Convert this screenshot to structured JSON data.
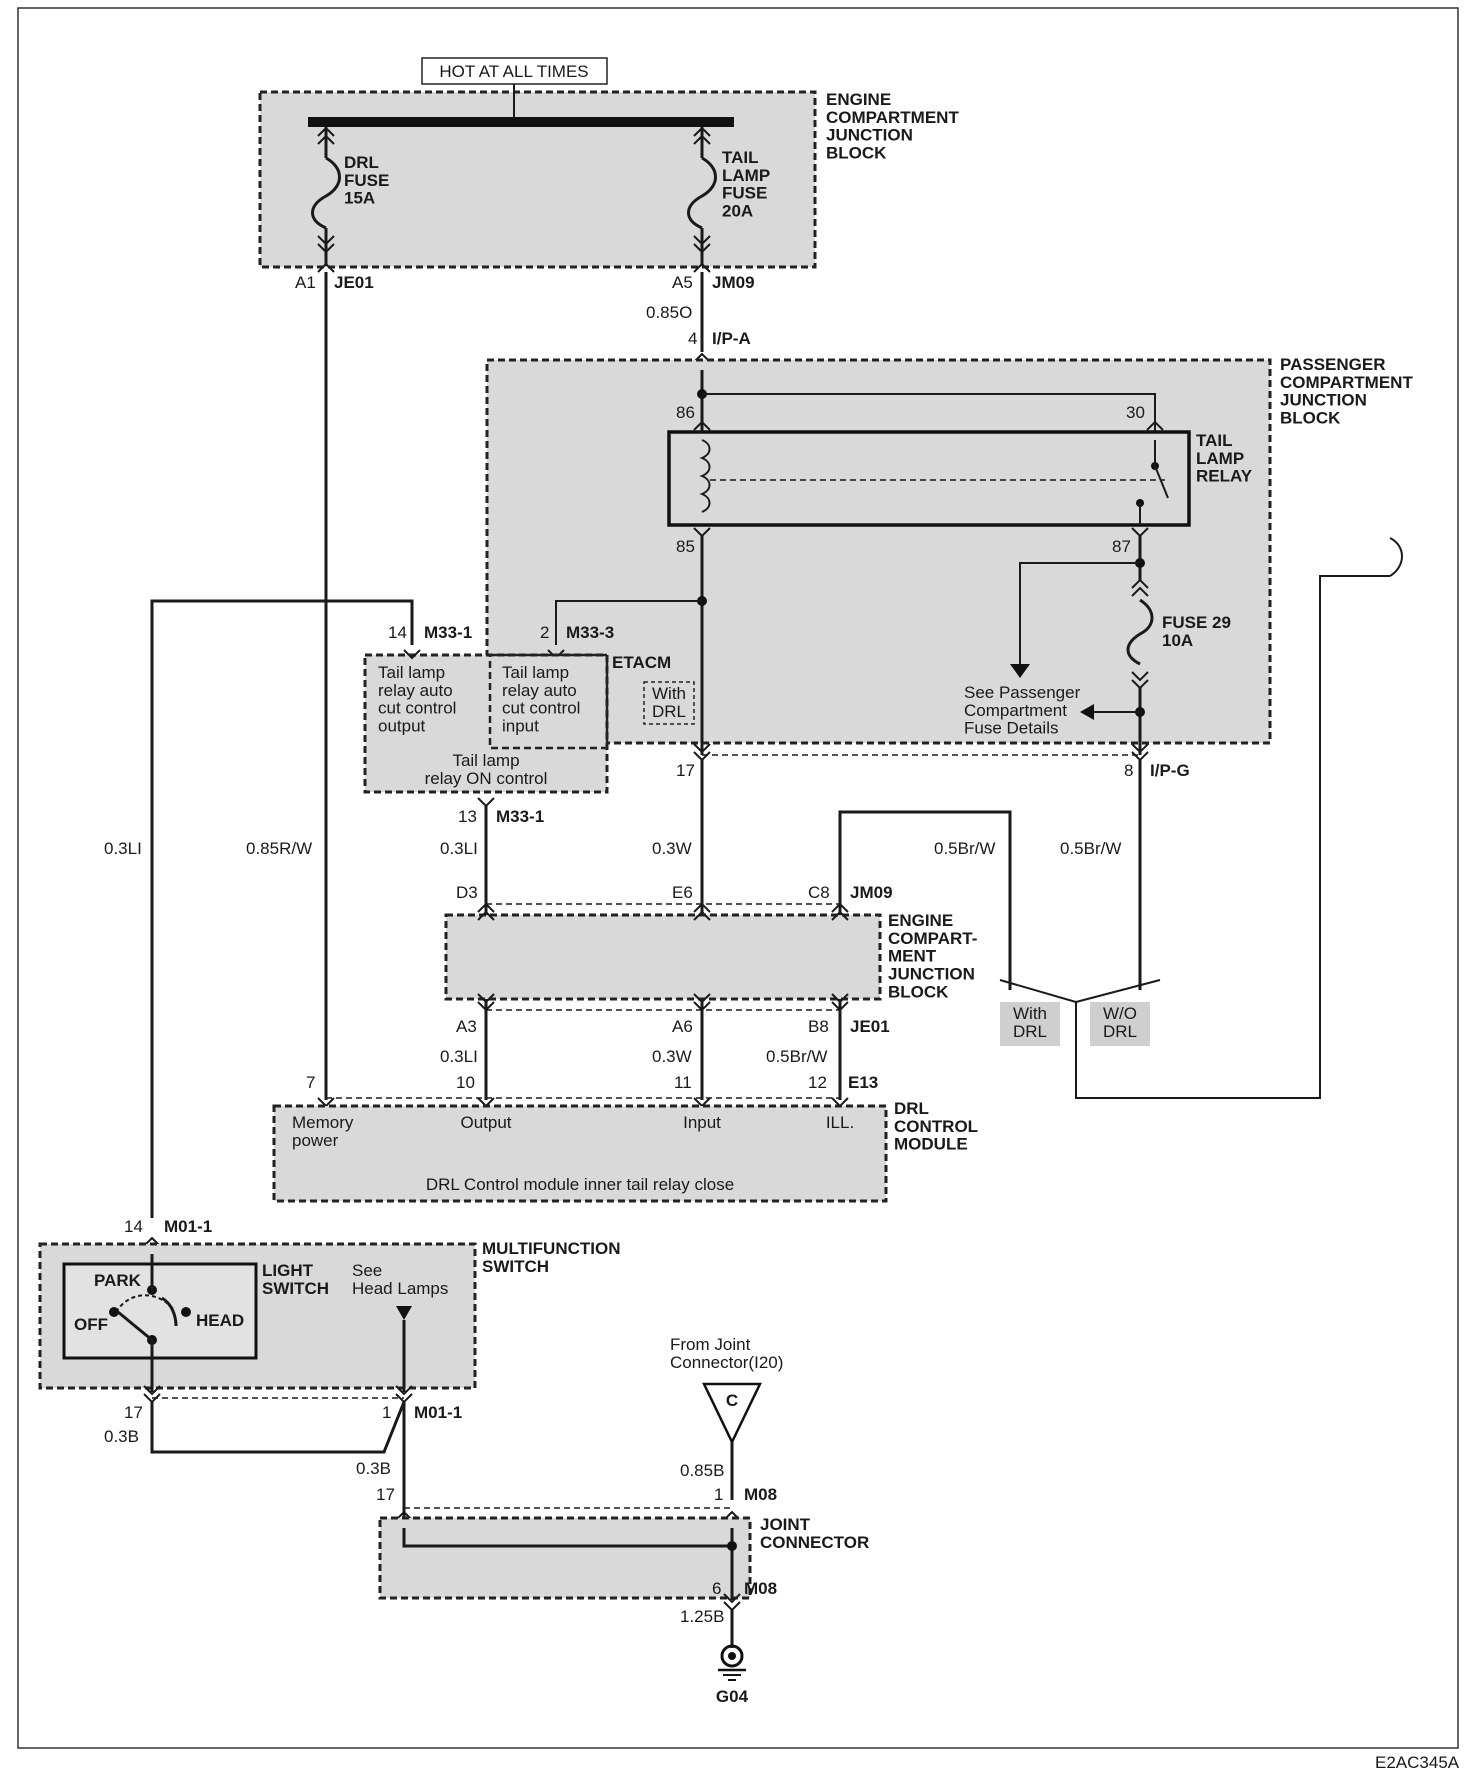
{
  "page_id": "E2AC345A",
  "hot_label": "HOT AT ALL TIMES",
  "blocks": {
    "ecjb_top": "ENGINE\nCOMPARTMENT\nJUNCTION\nBLOCK",
    "pcjb": "PASSENGER\nCOMPARTMENT\nJUNCTION\nBLOCK",
    "ecjb_mid": "ENGINE\nCOMPART-\nMENT\nJUNCTION\nBLOCK",
    "drl_module": "DRL\nCONTROL\nMODULE",
    "multifunction": "MULTIFUNCTION\nSWITCH",
    "joint_connector": "JOINT\nCONNECTOR",
    "etacm": "ETACM"
  },
  "fuses": {
    "drl": "DRL\nFUSE\n15A",
    "tail": "TAIL\nLAMP\nFUSE\n20A",
    "fuse29": "FUSE 29\n10A"
  },
  "relay": {
    "name": "TAIL\nLAMP\nRELAY",
    "pin86": "86",
    "pin30": "30",
    "pin85": "85",
    "pin87": "87"
  },
  "etacm_box": {
    "output_text": "Tail lamp\nrelay auto\ncut control\noutput",
    "input_text": "Tail lamp\nrelay auto\ncut control\ninput",
    "on_control": "Tail lamp\nrelay ON control",
    "with_drl": "With\nDRL"
  },
  "see_pass_fuse": "See Passenger\nCompartment\nFuse Details",
  "connectors": {
    "a1": "A1",
    "je01": "JE01",
    "a5": "A5",
    "jm09": "JM09",
    "p4": "4",
    "ipa": "I/P-A",
    "p14": "14",
    "m33_1": "M33-1",
    "p2": "2",
    "m33_3": "M33-3",
    "p17": "17",
    "p8": "8",
    "ipg": "I/P-G",
    "p13": "13",
    "m33_1b": "M33-1",
    "d3": "D3",
    "e6": "E6",
    "c8": "C8",
    "jm09b": "JM09",
    "a3": "A3",
    "a6": "A6",
    "b8": "B8",
    "je01b": "JE01",
    "p7": "7",
    "p10": "10",
    "p11": "11",
    "p12": "12",
    "e13": "E13",
    "p14b": "14",
    "m01_1": "M01-1",
    "p17b": "17",
    "p1": "1",
    "m01_1b": "M01-1",
    "p17c": "17",
    "p1b": "1",
    "m08": "M08",
    "p6": "6",
    "m08b": "M08",
    "g04": "G04",
    "c": "C"
  },
  "wires": {
    "w0850": "0.85O",
    "w03li_a": "0.3LI",
    "w085rw": "0.85R/W",
    "w03li_b": "0.3LI",
    "w03w_a": "0.3W",
    "w05brw_a": "0.5Br/W",
    "w05brw_b": "0.5Br/W",
    "w03li_c": "0.3LI",
    "w03w_b": "0.3W",
    "w05brw_c": "0.5Br/W",
    "w03b_a": "0.3B",
    "w03b_b": "0.3B",
    "w085b": "0.85B",
    "w125b": "1.25B"
  },
  "drl_pins": {
    "memory": "Memory\npower",
    "output": "Output",
    "input": "Input",
    "ill": "ILL.",
    "inner": "DRL Control module inner tail relay close"
  },
  "switch": {
    "light": "LIGHT\nSWITCH",
    "park": "PARK",
    "off": "OFF",
    "head": "HEAD",
    "see_head": "See\nHead Lamps"
  },
  "options": {
    "with_drl": "With\nDRL",
    "wo_drl": "W/O\nDRL"
  },
  "joint_from": "From Joint\nConnector(I20)"
}
